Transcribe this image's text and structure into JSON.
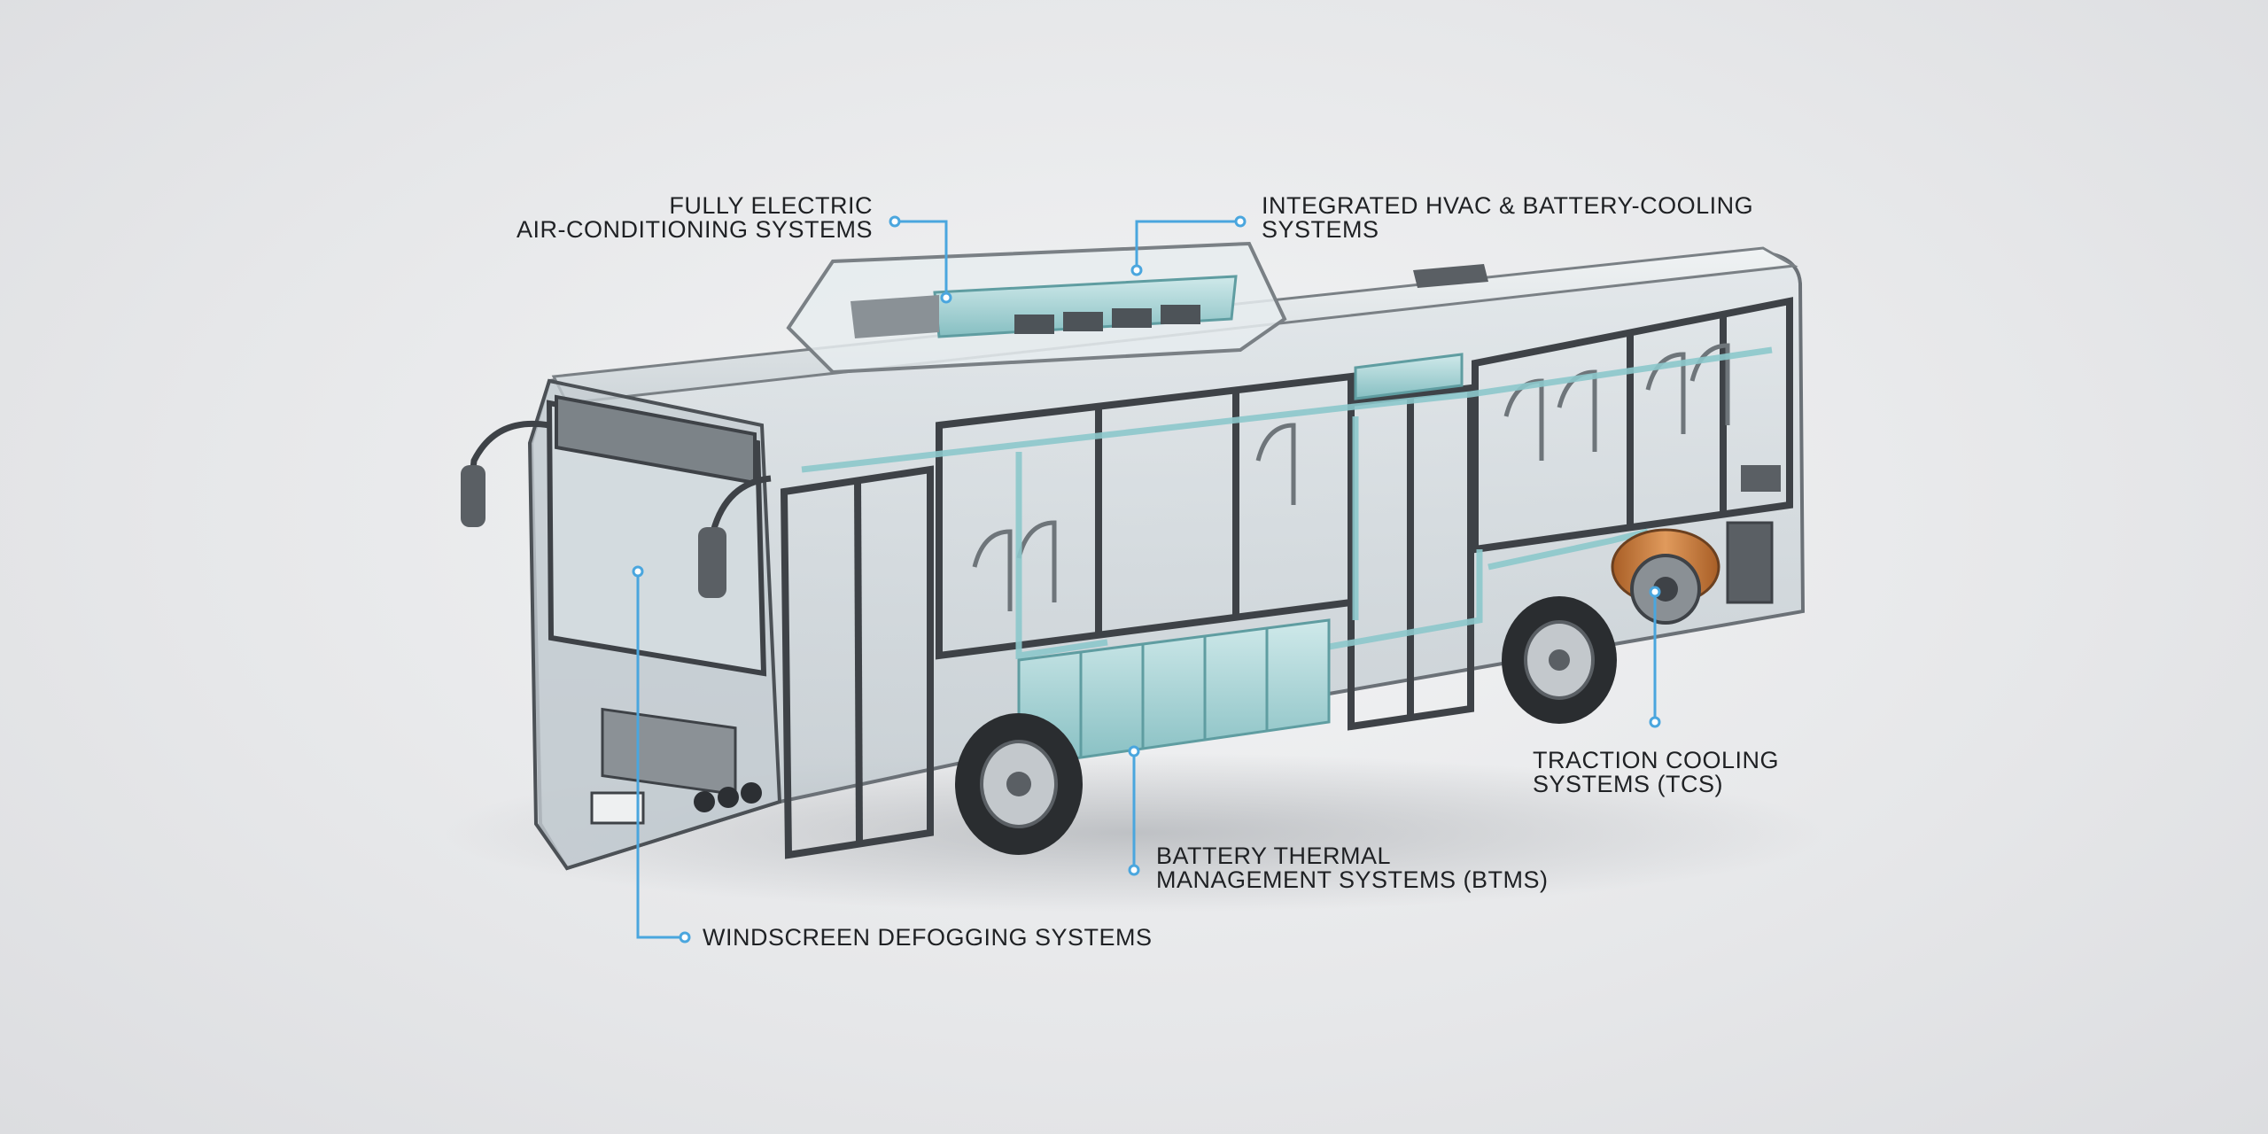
{
  "labels": {
    "fully_electric_ac": {
      "line1": "FULLY ELECTRIC",
      "line2": "AIR-CONDITIONING SYSTEMS"
    },
    "integrated_hvac": {
      "line1": "INTEGRATED HVAC & BATTERY-COOLING",
      "line2": "SYSTEMS"
    },
    "traction_cooling": {
      "line1": "TRACTION COOLING",
      "line2": "SYSTEMS (TCS)"
    },
    "btms": {
      "line1": "BATTERY THERMAL",
      "line2": "MANAGEMENT SYSTEMS (BTMS)"
    },
    "windscreen_defogging": {
      "line1": "WINDSCREEN DEFOGGING SYSTEMS"
    }
  },
  "colors": {
    "callout_line": "#4aa6de",
    "coolant": "#9fd3d6",
    "frame": "#3e4247",
    "glass": "#c9d1d6",
    "copper": "#c4773a"
  }
}
